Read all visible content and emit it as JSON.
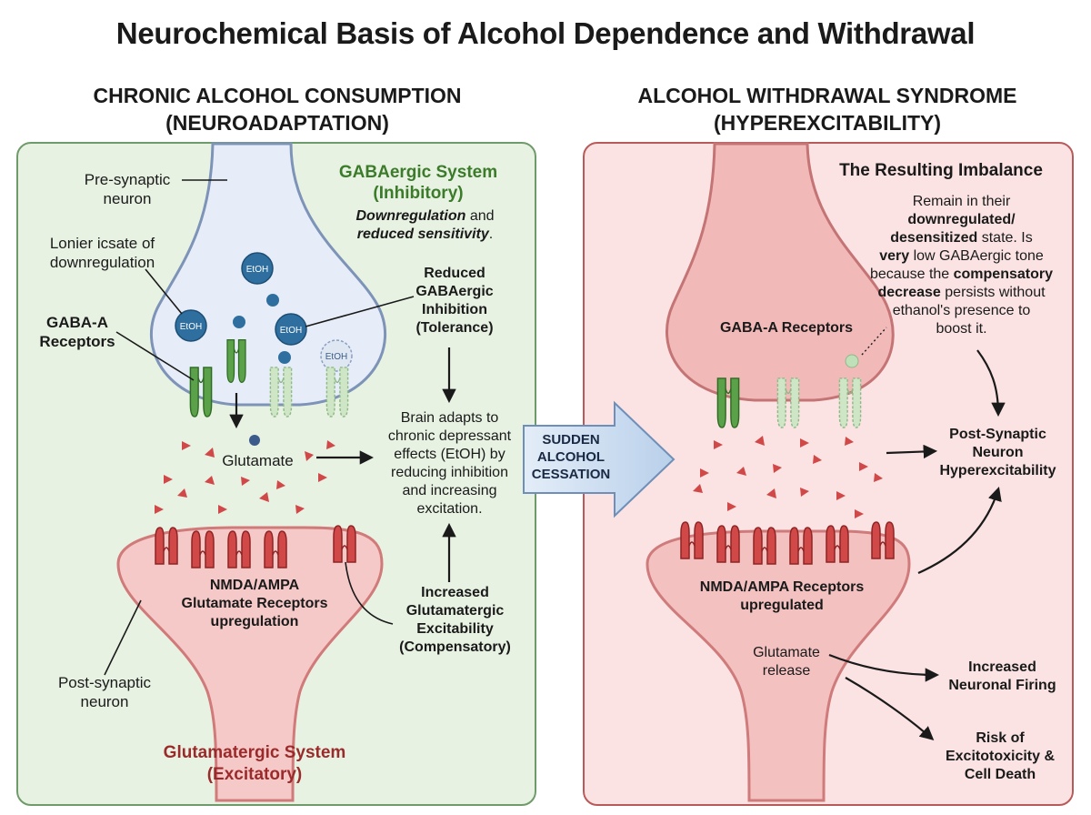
{
  "title": "Neurochemical Basis of Alcohol Dependence and Withdrawal",
  "left": {
    "heading_line1": "CHRONIC ALCOHOL CONSUMPTION",
    "heading_line2": "(NEUROADAPTATION)",
    "presynaptic_line1": "Pre-synaptic",
    "presynaptic_line2": "neuron",
    "gaba_system_line1": "GABAergic System",
    "gaba_system_line2": "(Inhibitory)",
    "downreg_bold1": "Downregulation",
    "downreg_text1": " and",
    "downreg_bold2": "reduced sensitivity",
    "downreg_text2": ".",
    "lower_rate_line1": "Lonier icsate of",
    "lower_rate_line2": "downregulation",
    "gaba_a_line1": "GABA-A",
    "gaba_a_line2": "Receptors",
    "etoh": "EtOH",
    "reduced_inh_line1": "Reduced",
    "reduced_inh_line2": "GABAergic",
    "reduced_inh_line3": "Inhibition",
    "reduced_inh_line4": "(Tolerance)",
    "brain_adapts_line1": "Brain adapts to",
    "brain_adapts_line2": "chronic depressant",
    "brain_adapts_line3": "effects (EtOH) by",
    "brain_adapts_line4": "reducing inhibition",
    "brain_adapts_line5": "and increasing",
    "brain_adapts_line6": "excitation.",
    "glutamate": "Glutamate",
    "nmda_line1": "NMDA/AMPA",
    "nmda_line2": "Glutamate Receptors",
    "nmda_line3": "upregulation",
    "increased_glu_line1": "Increased",
    "increased_glu_line2": "Glutamatergic",
    "increased_glu_line3": "Excitability",
    "increased_glu_line4": "(Compensatory)",
    "postsynaptic_line1": "Post-synaptic",
    "postsynaptic_line2": "neuron",
    "glu_system_line1": "Glutamatergic System",
    "glu_system_line2": "(Excitatory)"
  },
  "arrow": {
    "line1": "SUDDEN",
    "line2": "ALCOHOL",
    "line3": "CESSATION"
  },
  "right": {
    "heading_line1": "ALCOHOL WITHDRAWAL SYNDROME",
    "heading_line2": "(HYPEREXCITABILITY)",
    "imbalance_title": "The Resulting Imbalance",
    "note_line1": "Remain in their",
    "note_line2_bold": "downregulated/",
    "note_line3_bold": "desensitized",
    "note_line3_text": " state.  Is",
    "note_line4_bold": "very",
    "note_line4_text": " low GABAergic tone",
    "note_line5_text": "because the ",
    "note_line5_bold": "compensatory",
    "note_line6_bold": "decrease",
    "note_line6_text": " persists without",
    "note_line7": "ethanol's presence to",
    "note_line8": "boost it.",
    "gaba_a": "GABA-A Receptors",
    "post_hyper_line1": "Post-Synaptic",
    "post_hyper_line2": "Neuron",
    "post_hyper_line3": "Hyperexcitability",
    "nmda_line1": "NMDA/AMPA Receptors",
    "nmda_line2": "upregulated",
    "glu_release_line1": "Glutamate",
    "glu_release_line2": "release",
    "firing_line1": "Increased",
    "firing_line2": "Neuronal Firing",
    "risk_line1": "Risk of",
    "risk_line2": "Excitotoxicity &",
    "risk_line3": "Cell Death"
  },
  "colors": {
    "left_panel_bg": "#e8f2e3",
    "right_panel_bg": "#fbe3e3",
    "presynaptic_blue": "#e6edf8",
    "postsynaptic_pink": "#f6c9c9",
    "gaba_green": "#3b7b2a",
    "glutamate_red": "#c0393b",
    "etoh_blue": "#2f6f9f",
    "arrow_blue": "#cfe0f2"
  }
}
